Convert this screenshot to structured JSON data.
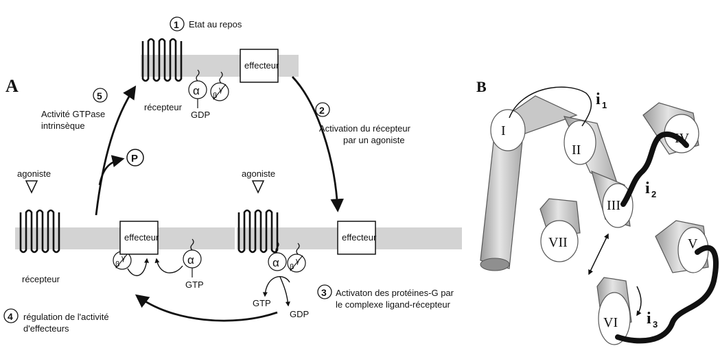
{
  "panels": {
    "a": "A",
    "b": "B"
  },
  "steps": {
    "s1": {
      "num": "1",
      "text": "Etat au repos"
    },
    "s2": {
      "num": "2",
      "line1": "Activation du récepteur",
      "line2": "par un agoniste"
    },
    "s3": {
      "num": "3",
      "line1": "Activaton des protéines-G par",
      "line2": "le complexe ligand-récepteur"
    },
    "s4": {
      "num": "4",
      "line1": "régulation de l'activité",
      "line2": "d'effecteurs"
    },
    "s5": {
      "num": "5",
      "line1": "Activité GTPase",
      "line2": "intrinsèque"
    }
  },
  "labels": {
    "recepteur": "récepteur",
    "effecteur": "effecteur",
    "agoniste": "agoniste",
    "gdp": "GDP",
    "gtp": "GTP",
    "phosphate": "P",
    "alpha": "α",
    "beta": "β",
    "gamma": "γ"
  },
  "helices": {
    "h1": "I",
    "h2": "II",
    "h3": "III",
    "h4": "IV",
    "h5": "V",
    "h6": "VI",
    "h7": "VII"
  },
  "loops": {
    "i1": {
      "base": "i",
      "sub": "1"
    },
    "i2": {
      "base": "i",
      "sub": "2"
    },
    "i3": {
      "base": "i",
      "sub": "3"
    }
  }
}
